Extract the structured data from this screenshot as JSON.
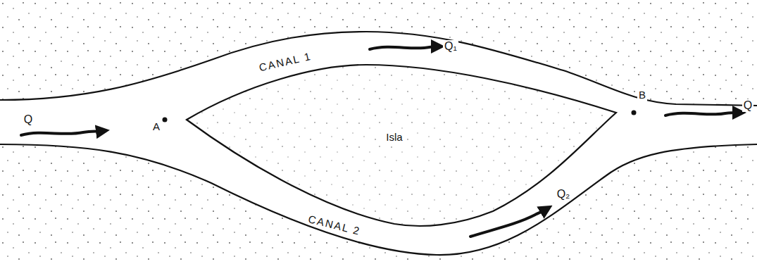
{
  "diagram": {
    "labels": [
      "Q",
      "A",
      "CANAL 1",
      "Q₁",
      "Isla",
      "B",
      "Q",
      "CANAL 2",
      "Q₂"
    ]
  }
}
